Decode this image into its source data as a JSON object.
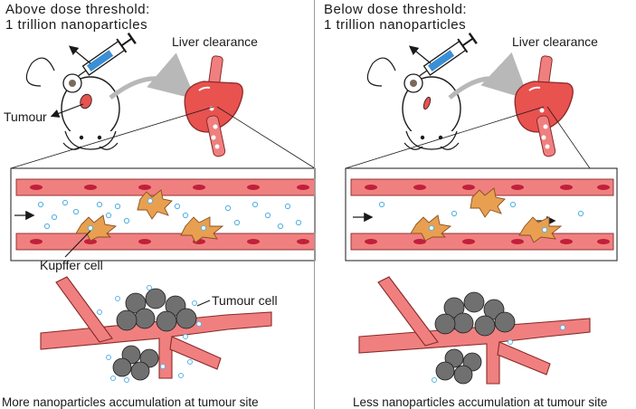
{
  "panels": [
    {
      "title_line1": "Above dose threshold:",
      "title_line2": "1 trillion nanoparticles",
      "liver_label": "Liver clearance",
      "tumour_label": "Tumour",
      "kupffer_label": "Kupffer cell",
      "tumour_cell_label": "Tumour cell",
      "caption": "More nanoparticles accumulation at tumour site"
    },
    {
      "title_line1": "Below dose threshold:",
      "title_line2": "1 trillion nanoparticles",
      "liver_label": "Liver clearance",
      "caption": "Less nanoparticles accumulation at tumour site"
    }
  ],
  "colors": {
    "liver": "#e8524f",
    "vessel": "#f08080",
    "cell_nucleus": "#c0203a",
    "kupffer": "#e8a050",
    "nanoparticle": "#5ab4e6",
    "tumour_cell": "#707070"
  }
}
